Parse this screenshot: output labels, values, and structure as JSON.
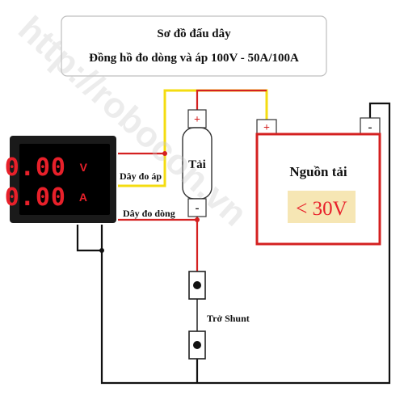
{
  "title": {
    "line1": "Sơ đồ đấu dây",
    "line2": "Đồng hồ đo dòng và áp 100V - 50A/100A"
  },
  "meter": {
    "voltage_reading": "0.00",
    "current_reading": "0.00",
    "voltage_unit": "V",
    "current_unit": "A",
    "display_color": "#e8202a"
  },
  "labels": {
    "voltage_wire": "Dây đo áp",
    "current_wire": "Dây đo dòng",
    "load": "Tải",
    "shunt": "Trở Shunt"
  },
  "terminals": {
    "load_plus": "+",
    "load_minus": "-",
    "source_plus": "+",
    "source_minus": "-"
  },
  "power_source": {
    "label": "Nguồn tải",
    "limit": "< 30V",
    "limit_color": "#e8202a",
    "limit_bg": "#f6e6b4"
  },
  "watermark": "http://robocon.vn",
  "colors": {
    "wire_red": "#d42020",
    "wire_yellow": "#f4dc10",
    "wire_black": "#111111"
  }
}
